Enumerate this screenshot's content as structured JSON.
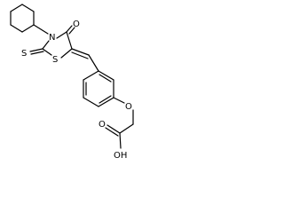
{
  "molecule": {
    "atoms": {
      "ring_nitrogen": "N",
      "ring_sulfur": "S",
      "thione_sulfur": "S",
      "carbonyl_oxygen": "O",
      "ether_oxygen": "O",
      "acid_carbonyl_oxygen": "O",
      "acid_hydroxyl": "OH"
    },
    "colors": {
      "bond": "#000000",
      "label": "#000000",
      "background": "#ffffff"
    }
  }
}
